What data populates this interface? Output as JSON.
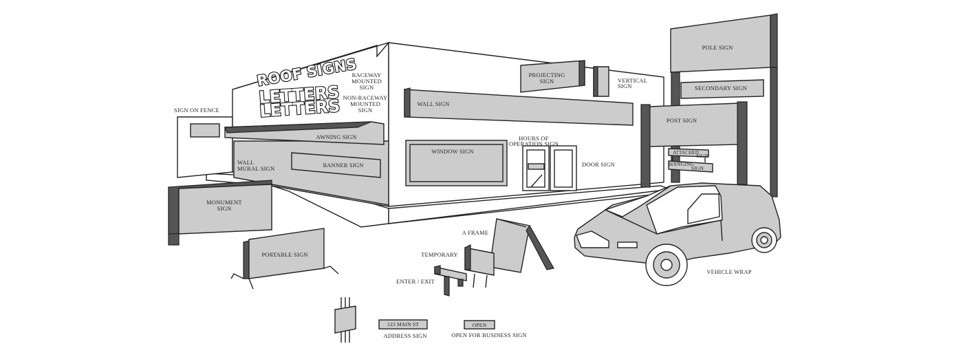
{
  "colors": {
    "sign_fill": "#cccccc",
    "sign_side": "#555555",
    "outline": "#222222"
  },
  "signs": {
    "roof_signs": "ROOF SIGNS",
    "letters_raceway": "LETTERS",
    "letters_nonraceway": "LETTERS",
    "raceway_1": "RACEWAY",
    "raceway_2": "MOUNTED",
    "raceway_3": "SIGN",
    "nonraceway_1": "NON-RACEWAY",
    "nonraceway_2": "MOUNTED",
    "nonraceway_3": "SIGN",
    "sign_on_fence": "SIGN ON FENCE",
    "awning_sign": "AWNING SIGN",
    "wall_mural_1": "WALL",
    "wall_mural_2": "MURAL SIGN",
    "banner_sign": "BANNER SIGN",
    "monument_1": "MONUMENT",
    "monument_2": "SIGN",
    "portable_sign": "PORTABLE SIGN",
    "projecting_1": "PROJECTING",
    "projecting_2": "SIGN",
    "vertical_1": "VERTICAL",
    "vertical_2": "SIGN",
    "wall_sign": "WALL SIGN",
    "window_sign": "WINDOW SIGN",
    "hours_1": "HOURS OF",
    "hours_2": "OPERATION SIGN",
    "door_sign": "DOOR SIGN",
    "pole_sign": "POLE SIGN",
    "secondary_sign": "SECONDARY SIGN",
    "post_sign": "POST SIGN",
    "attached_1": "ATTACHED",
    "attached_2": "SIGN",
    "hanging_1": "HANGING",
    "hanging_2": "SIGN",
    "a_frame": "A FRAME",
    "temporary": "TEMPORARY",
    "enter_exit": "ENTER / EXIT",
    "vehicle_wrap": "VEHICLE WRAP",
    "address_plate": "123 MAIN ST",
    "address_sign": "ADDRESS SIGN",
    "open_plate": "OPEN",
    "open_sign": "OPEN FOR BUSINESS SIGN"
  }
}
